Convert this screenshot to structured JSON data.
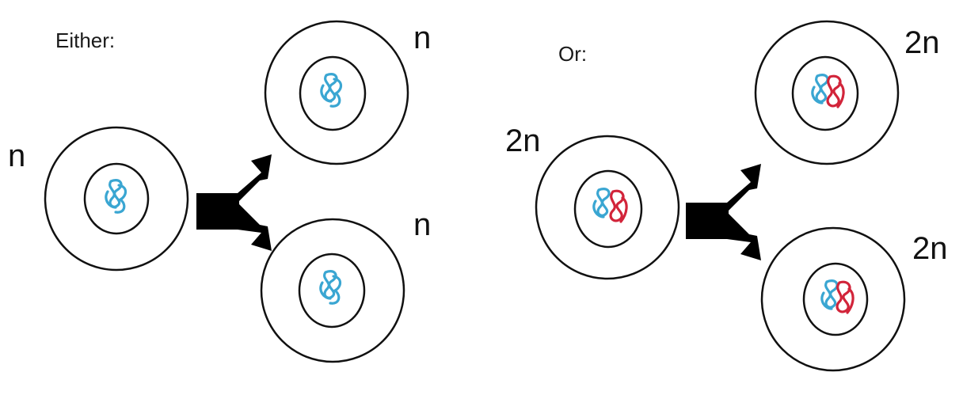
{
  "left_panel": {
    "caption": "Either:",
    "parent_label": "n",
    "daughter_top_label": "n",
    "daughter_bottom_label": "n"
  },
  "right_panel": {
    "caption": "Or:",
    "parent_label": "2n",
    "daughter_top_label": "2n",
    "daughter_bottom_label": "2n"
  },
  "colors": {
    "outline": "#111111",
    "chromosome_blue": "#3aa6d2",
    "chromosome_red": "#d2243a",
    "arrow": "#000000"
  }
}
